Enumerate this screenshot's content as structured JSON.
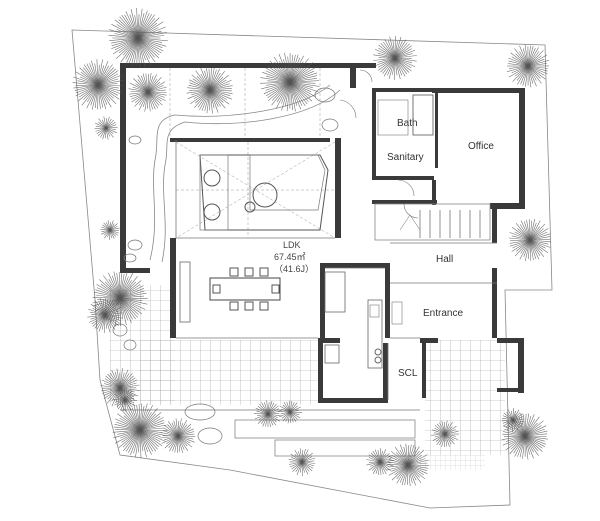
{
  "plan": {
    "rooms": {
      "bath": "Bath",
      "sanitary": "Sanitary",
      "office": "Office",
      "ldk": "LDK",
      "ldk_area": "67.45㎡",
      "ldk_tatami": "（41.6J）",
      "hall": "Hall",
      "entrance": "Entrance",
      "scl": "SCL"
    },
    "colors": {
      "wall": "#3a3a3a",
      "line": "#777777",
      "tree": "#555555"
    }
  }
}
